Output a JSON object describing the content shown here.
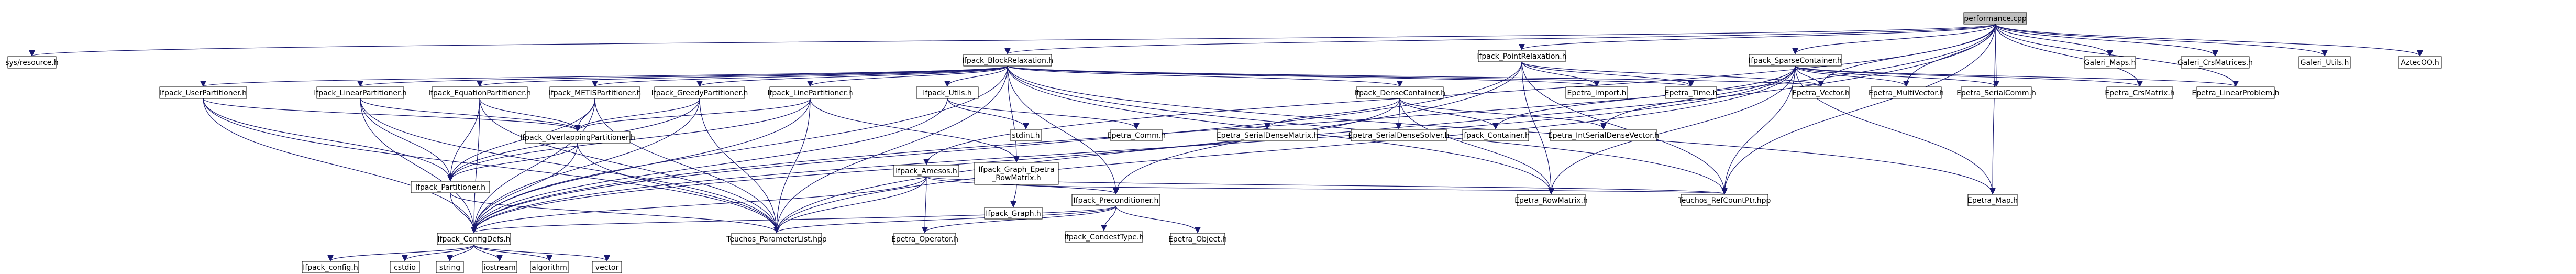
{
  "title": "performance.cpp",
  "colors": {
    "edge": "#191970",
    "node_fill": "#ffffff",
    "root_fill": "#bfbfbf",
    "node_border": "#000000",
    "missing_border": "#ff0000"
  },
  "nodes": [
    {
      "id": "root",
      "label": "performance.cpp",
      "root": true
    },
    {
      "id": "sys_resource",
      "label": "sys/resource.h"
    },
    {
      "id": "block_relax",
      "label": "Ifpack_BlockRelaxation.h"
    },
    {
      "id": "point_relax",
      "label": "Ifpack_PointRelaxation.h"
    },
    {
      "id": "sparse_container",
      "label": "Ifpack_SparseContainer.h"
    },
    {
      "id": "galeri_maps",
      "label": "Galeri_Maps.h"
    },
    {
      "id": "galeri_crs",
      "label": "Galeri_CrsMatrices.h"
    },
    {
      "id": "galeri_utils",
      "label": "Galeri_Utils.h"
    },
    {
      "id": "aztec",
      "label": "AztecOO.h"
    },
    {
      "id": "linear_part",
      "label": "Ifpack_LinearPartitioner.h"
    },
    {
      "id": "equation_part",
      "label": "Ifpack_EquationPartitioner.h"
    },
    {
      "id": "metis_part",
      "label": "Ifpack_METISPartitioner.h"
    },
    {
      "id": "greedy_part",
      "label": "Ifpack_GreedyPartitioner.h"
    },
    {
      "id": "line_part",
      "label": "Ifpack_LinePartitioner.h"
    },
    {
      "id": "ifpack_utils",
      "label": "Ifpack_Utils.h"
    },
    {
      "id": "dense_container",
      "label": "Ifpack_DenseContainer.h"
    },
    {
      "id": "epetra_import",
      "label": "Epetra_Import.h"
    },
    {
      "id": "epetra_time",
      "label": "Epetra_Time.h"
    },
    {
      "id": "epetra_vector",
      "label": "Epetra_Vector.h"
    },
    {
      "id": "epetra_multivector",
      "label": "Epetra_MultiVector.h"
    },
    {
      "id": "epetra_serialcomm",
      "label": "Epetra_SerialComm.h"
    },
    {
      "id": "epetra_crsmatrix",
      "label": "Epetra_CrsMatrix.h"
    },
    {
      "id": "epetra_linearproblem",
      "label": "Epetra_LinearProblem.h"
    },
    {
      "id": "user_part",
      "label": "Ifpack_UserPartitioner.h"
    },
    {
      "id": "overlap_part",
      "label": "Ifpack_OverlappingPartitioner.h"
    },
    {
      "id": "stdint",
      "label": "stdint.h"
    },
    {
      "id": "epetra_comm",
      "label": "Epetra_Comm.h"
    },
    {
      "id": "epetra_serialdensematrix",
      "label": "Epetra_SerialDenseMatrix.h"
    },
    {
      "id": "epetra_serialdensesolver",
      "label": "Epetra_SerialDenseSolver.h"
    },
    {
      "id": "ifpack_container",
      "label": "Ifpack_Container.h"
    },
    {
      "id": "epetra_intserialdensevector",
      "label": "Epetra_IntSerialDenseVector.h"
    },
    {
      "id": "ifpack_amesos",
      "label": "Ifpack_Amesos.h"
    },
    {
      "id": "graph_epetra_rowmatrix",
      "label": "Ifpack_Graph_Epetra\n_RowMatrix.h"
    },
    {
      "id": "ifpack_partitioner",
      "label": "Ifpack_Partitioner.h"
    },
    {
      "id": "ifpack_graph",
      "label": "Ifpack_Graph.h",
      "missing": true
    },
    {
      "id": "ifpack_preconditioner",
      "label": "Ifpack_Preconditioner.h"
    },
    {
      "id": "epetra_rowmatrix",
      "label": "Epetra_RowMatrix.h"
    },
    {
      "id": "teuchos_rcp",
      "label": "Teuchos_RefCountPtr.hpp"
    },
    {
      "id": "epetra_map",
      "label": "Epetra_Map.h"
    },
    {
      "id": "ifpack_configdefs",
      "label": "Ifpack_ConfigDefs.h"
    },
    {
      "id": "teuchos_paramlist",
      "label": "Teuchos_ParameterList.hpp"
    },
    {
      "id": "epetra_operator",
      "label": "Epetra_Operator.h"
    },
    {
      "id": "ifpack_conditype",
      "label": "Ifpack_CondestType.h"
    },
    {
      "id": "epetra_object",
      "label": "Epetra_Object.h"
    },
    {
      "id": "ifpack_config",
      "label": "Ifpack_config.h"
    },
    {
      "id": "cstdio",
      "label": "cstdio"
    },
    {
      "id": "string",
      "label": "string"
    },
    {
      "id": "iostream",
      "label": "iostream"
    },
    {
      "id": "algorithm",
      "label": "algorithm"
    },
    {
      "id": "vector",
      "label": "vector"
    }
  ],
  "edges": [
    [
      "root",
      "sys_resource"
    ],
    [
      "root",
      "block_relax"
    ],
    [
      "root",
      "point_relax"
    ],
    [
      "root",
      "sparse_container"
    ],
    [
      "root",
      "galeri_maps"
    ],
    [
      "root",
      "galeri_crs"
    ],
    [
      "root",
      "galeri_utils"
    ],
    [
      "root",
      "aztec"
    ],
    [
      "root",
      "epetra_vector"
    ],
    [
      "root",
      "epetra_multivector"
    ],
    [
      "root",
      "epetra_serialcomm"
    ],
    [
      "root",
      "epetra_crsmatrix"
    ],
    [
      "root",
      "epetra_linearproblem"
    ],
    [
      "root",
      "epetra_map"
    ],
    [
      "root",
      "teuchos_paramlist"
    ],
    [
      "root",
      "ifpack_configdefs"
    ],
    [
      "root",
      "teuchos_rcp"
    ],
    [
      "root",
      "ifpack_amesos"
    ],
    [
      "block_relax",
      "linear_part"
    ],
    [
      "block_relax",
      "equation_part"
    ],
    [
      "block_relax",
      "metis_part"
    ],
    [
      "block_relax",
      "greedy_part"
    ],
    [
      "block_relax",
      "line_part"
    ],
    [
      "block_relax",
      "ifpack_utils"
    ],
    [
      "block_relax",
      "dense_container"
    ],
    [
      "block_relax",
      "epetra_import"
    ],
    [
      "block_relax",
      "epetra_time"
    ],
    [
      "block_relax",
      "epetra_vector"
    ],
    [
      "block_relax",
      "user_part"
    ],
    [
      "block_relax",
      "ifpack_configdefs"
    ],
    [
      "block_relax",
      "teuchos_paramlist"
    ],
    [
      "block_relax",
      "ifpack_preconditioner"
    ],
    [
      "block_relax",
      "teuchos_rcp"
    ],
    [
      "block_relax",
      "epetra_rowmatrix"
    ],
    [
      "block_relax",
      "epetra_map"
    ],
    [
      "block_relax",
      "graph_epetra_rowmatrix"
    ],
    [
      "point_relax",
      "epetra_import"
    ],
    [
      "point_relax",
      "epetra_time"
    ],
    [
      "point_relax",
      "epetra_vector"
    ],
    [
      "point_relax",
      "ifpack_preconditioner"
    ],
    [
      "point_relax",
      "teuchos_rcp"
    ],
    [
      "point_relax",
      "ifpack_configdefs"
    ],
    [
      "point_relax",
      "epetra_rowmatrix"
    ],
    [
      "sparse_container",
      "epetra_vector"
    ],
    [
      "sparse_container",
      "epetra_multivector"
    ],
    [
      "sparse_container",
      "epetra_serialcomm"
    ],
    [
      "sparse_container",
      "epetra_crsmatrix"
    ],
    [
      "sparse_container",
      "epetra_linearproblem"
    ],
    [
      "sparse_container",
      "ifpack_container"
    ],
    [
      "sparse_container",
      "epetra_intserialdensevector"
    ],
    [
      "sparse_container",
      "epetra_map"
    ],
    [
      "sparse_container",
      "teuchos_paramlist"
    ],
    [
      "sparse_container",
      "teuchos_rcp"
    ],
    [
      "sparse_container",
      "epetra_rowmatrix"
    ],
    [
      "sparse_container",
      "ifpack_configdefs"
    ],
    [
      "linear_part",
      "overlap_part"
    ],
    [
      "linear_part",
      "ifpack_partitioner"
    ],
    [
      "linear_part",
      "ifpack_configdefs"
    ],
    [
      "linear_part",
      "teuchos_paramlist"
    ],
    [
      "equation_part",
      "overlap_part"
    ],
    [
      "equation_part",
      "ifpack_partitioner"
    ],
    [
      "equation_part",
      "ifpack_configdefs"
    ],
    [
      "equation_part",
      "teuchos_paramlist"
    ],
    [
      "metis_part",
      "overlap_part"
    ],
    [
      "metis_part",
      "ifpack_partitioner"
    ],
    [
      "metis_part",
      "ifpack_configdefs"
    ],
    [
      "metis_part",
      "teuchos_paramlist"
    ],
    [
      "greedy_part",
      "overlap_part"
    ],
    [
      "greedy_part",
      "ifpack_partitioner"
    ],
    [
      "greedy_part",
      "ifpack_configdefs"
    ],
    [
      "greedy_part",
      "teuchos_paramlist"
    ],
    [
      "line_part",
      "overlap_part"
    ],
    [
      "line_part",
      "ifpack_partitioner"
    ],
    [
      "line_part",
      "ifpack_configdefs"
    ],
    [
      "line_part",
      "teuchos_paramlist"
    ],
    [
      "line_part",
      "graph_epetra_rowmatrix"
    ],
    [
      "user_part",
      "overlap_part"
    ],
    [
      "user_part",
      "ifpack_partitioner"
    ],
    [
      "user_part",
      "ifpack_configdefs"
    ],
    [
      "user_part",
      "teuchos_paramlist"
    ],
    [
      "ifpack_utils",
      "ifpack_configdefs"
    ],
    [
      "ifpack_utils",
      "stdint"
    ],
    [
      "ifpack_utils",
      "epetra_comm"
    ],
    [
      "dense_container",
      "ifpack_container"
    ],
    [
      "dense_container",
      "epetra_serialdensematrix"
    ],
    [
      "dense_container",
      "epetra_serialdensesolver"
    ],
    [
      "dense_container",
      "epetra_intserialdensevector"
    ],
    [
      "dense_container",
      "ifpack_configdefs"
    ],
    [
      "dense_container",
      "epetra_rowmatrix"
    ],
    [
      "overlap_part",
      "ifpack_partitioner"
    ],
    [
      "overlap_part",
      "ifpack_configdefs"
    ],
    [
      "overlap_part",
      "teuchos_paramlist"
    ],
    [
      "ifpack_amesos",
      "ifpack_preconditioner"
    ],
    [
      "ifpack_amesos",
      "ifpack_configdefs"
    ],
    [
      "ifpack_amesos",
      "teuchos_paramlist"
    ],
    [
      "ifpack_amesos",
      "epetra_operator"
    ],
    [
      "ifpack_amesos",
      "teuchos_rcp"
    ],
    [
      "graph_epetra_rowmatrix",
      "ifpack_graph"
    ],
    [
      "graph_epetra_rowmatrix",
      "teuchos_rcp"
    ],
    [
      "ifpack_partitioner",
      "ifpack_configdefs"
    ],
    [
      "ifpack_partitioner",
      "teuchos_paramlist"
    ],
    [
      "ifpack_preconditioner",
      "ifpack_configdefs"
    ],
    [
      "ifpack_preconditioner",
      "ifpack_conditype"
    ],
    [
      "ifpack_preconditioner",
      "epetra_operator"
    ],
    [
      "ifpack_preconditioner",
      "epetra_object"
    ],
    [
      "ifpack_preconditioner",
      "teuchos_paramlist"
    ],
    [
      "ifpack_configdefs",
      "ifpack_config"
    ],
    [
      "ifpack_configdefs",
      "cstdio"
    ],
    [
      "ifpack_configdefs",
      "string"
    ],
    [
      "ifpack_configdefs",
      "iostream"
    ],
    [
      "ifpack_configdefs",
      "algorithm"
    ],
    [
      "ifpack_configdefs",
      "vector"
    ]
  ]
}
